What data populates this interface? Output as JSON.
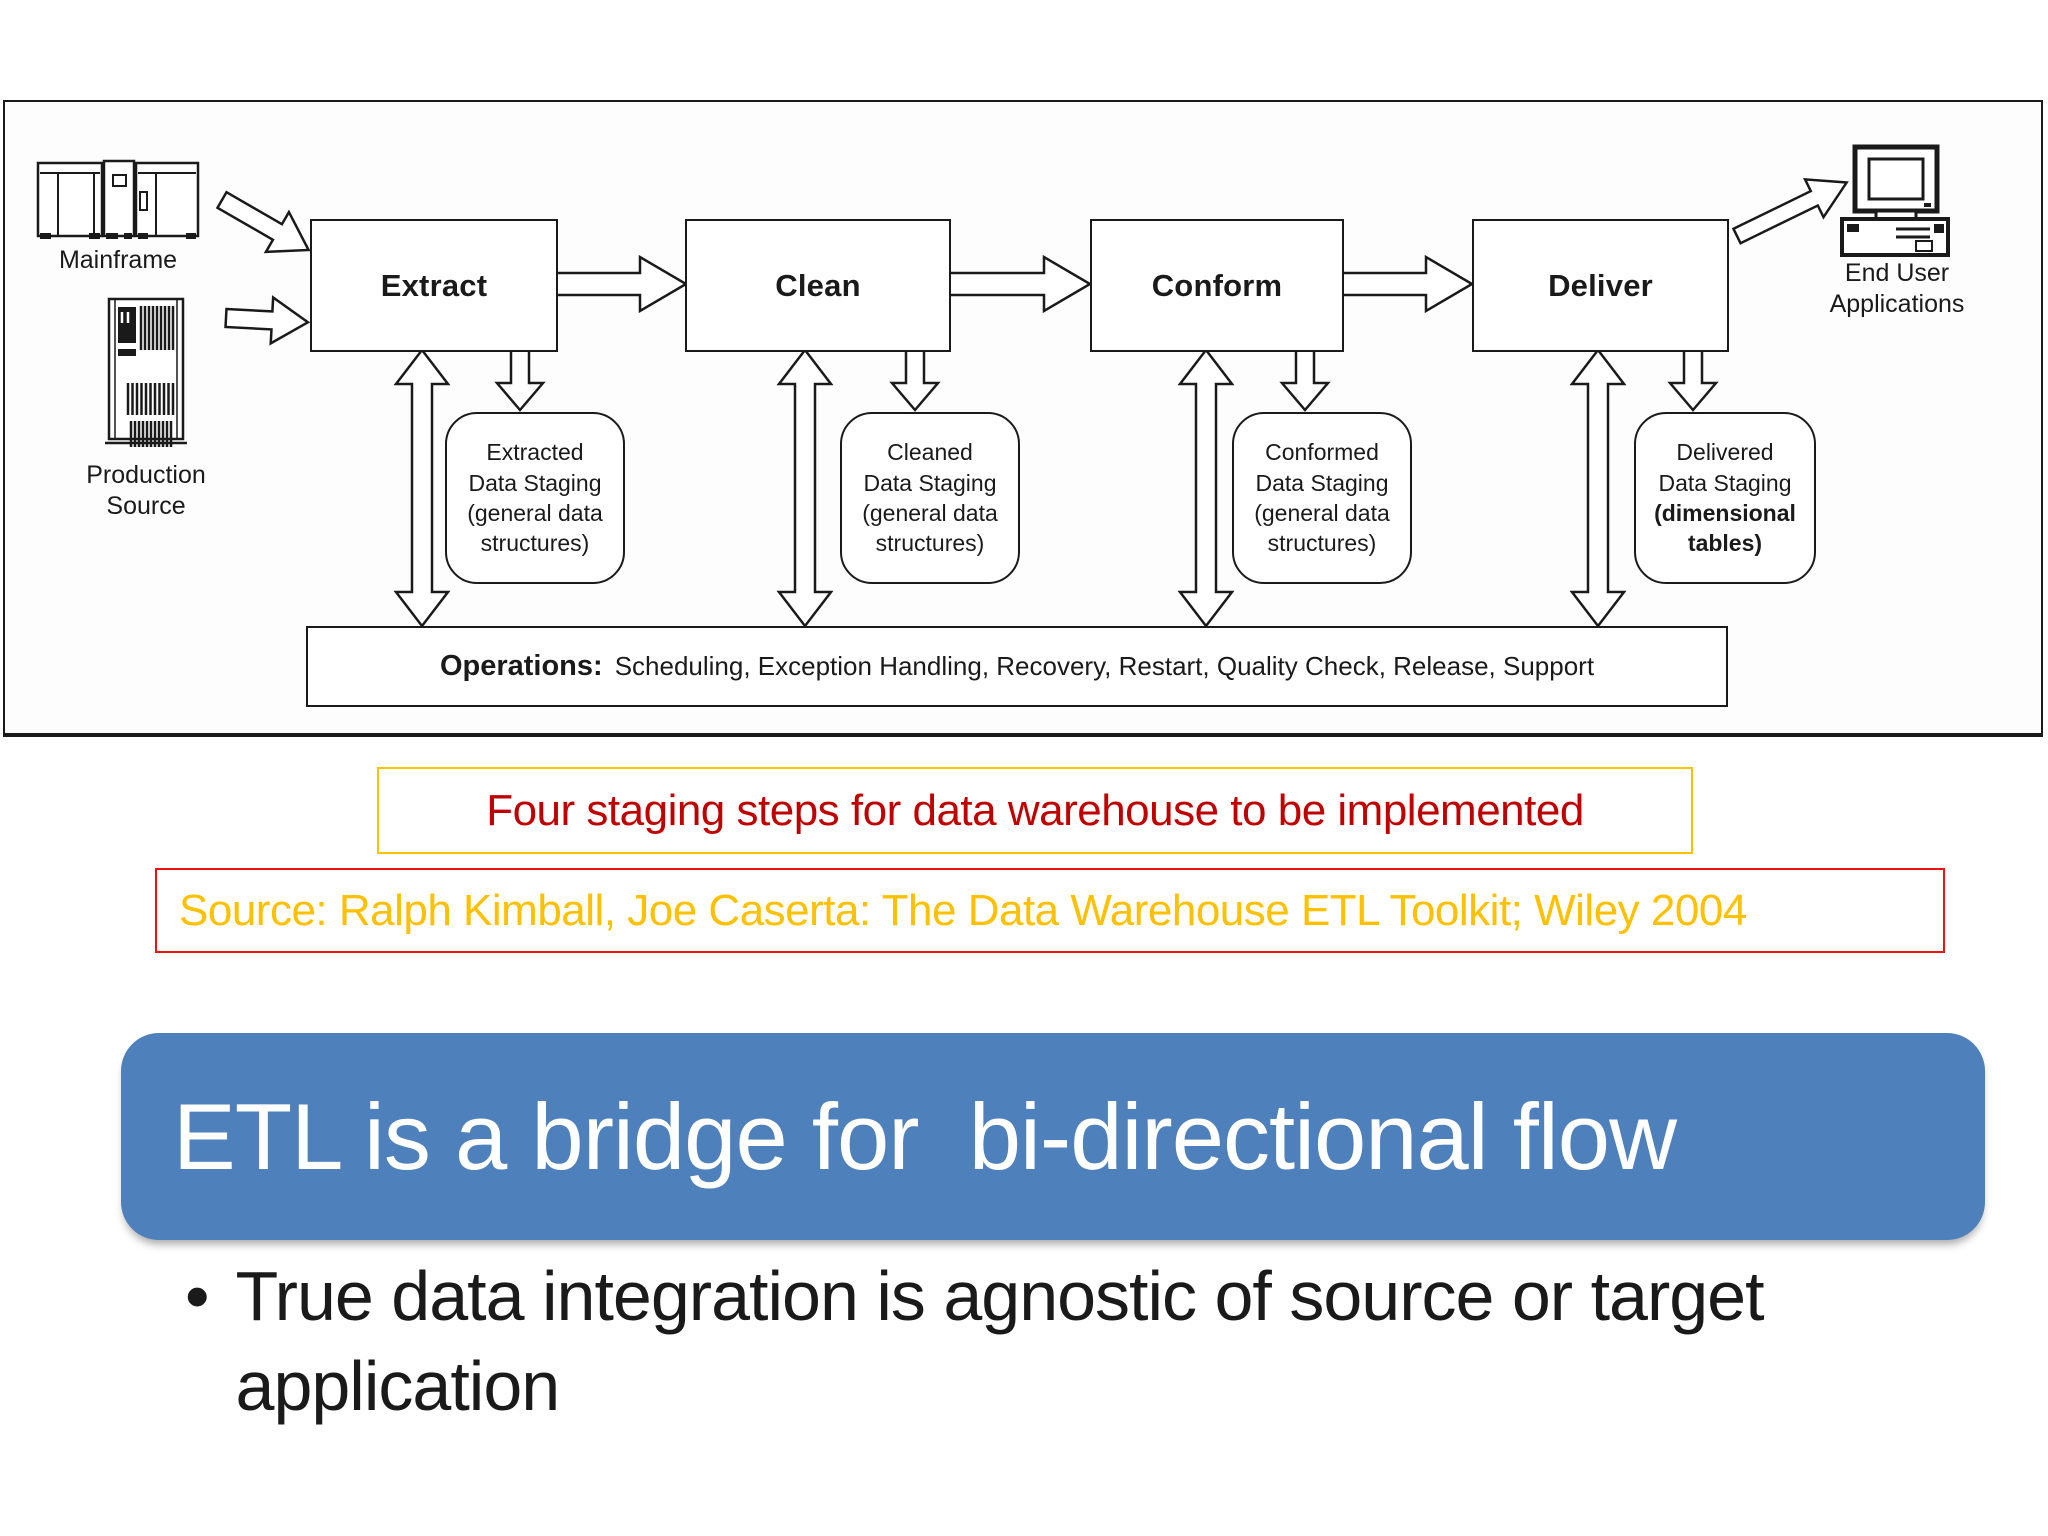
{
  "slide": {
    "caption1": "Four staging steps for data warehouse to be implemented",
    "caption2": "Source: Ralph Kimball, Joe Caserta: The Data Warehouse ETL Toolkit; Wiley 2004",
    "banner": "ETL is a bridge for  bi-directional flow",
    "bullet_char": "•",
    "bullet_text": "True data integration is agnostic of source or target application"
  },
  "diagram": {
    "sources": {
      "mainframe_label": "Mainframe",
      "production_label": "Production Source",
      "end_user_label": "End User Applications"
    },
    "steps": [
      {
        "label": "Extract"
      },
      {
        "label": "Clean"
      },
      {
        "label": "Conform"
      },
      {
        "label": "Deliver"
      }
    ],
    "staging": [
      {
        "lines": [
          "Extracted",
          "Data Staging",
          "(general data",
          "structures)"
        ]
      },
      {
        "lines": [
          "Cleaned",
          "Data Staging",
          "(general data",
          "structures)"
        ]
      },
      {
        "lines": [
          "Conformed",
          "Data Staging",
          "(general data",
          "structures)"
        ]
      },
      {
        "lines": [
          "Delivered",
          "Data Staging",
          "(dimensional",
          "tables)"
        ]
      }
    ],
    "operations": {
      "label": "Operations:",
      "items": "Scheduling, Exception Handling, Recovery, Restart, Quality Check, Release, Support"
    }
  },
  "colors": {
    "line": "#1a1a1a",
    "banner_bg": "#4e80bc",
    "c1_text": "#c00000",
    "c1_border": "#ffc000",
    "c2_text": "#ffc000",
    "c2_border": "#f21111"
  }
}
